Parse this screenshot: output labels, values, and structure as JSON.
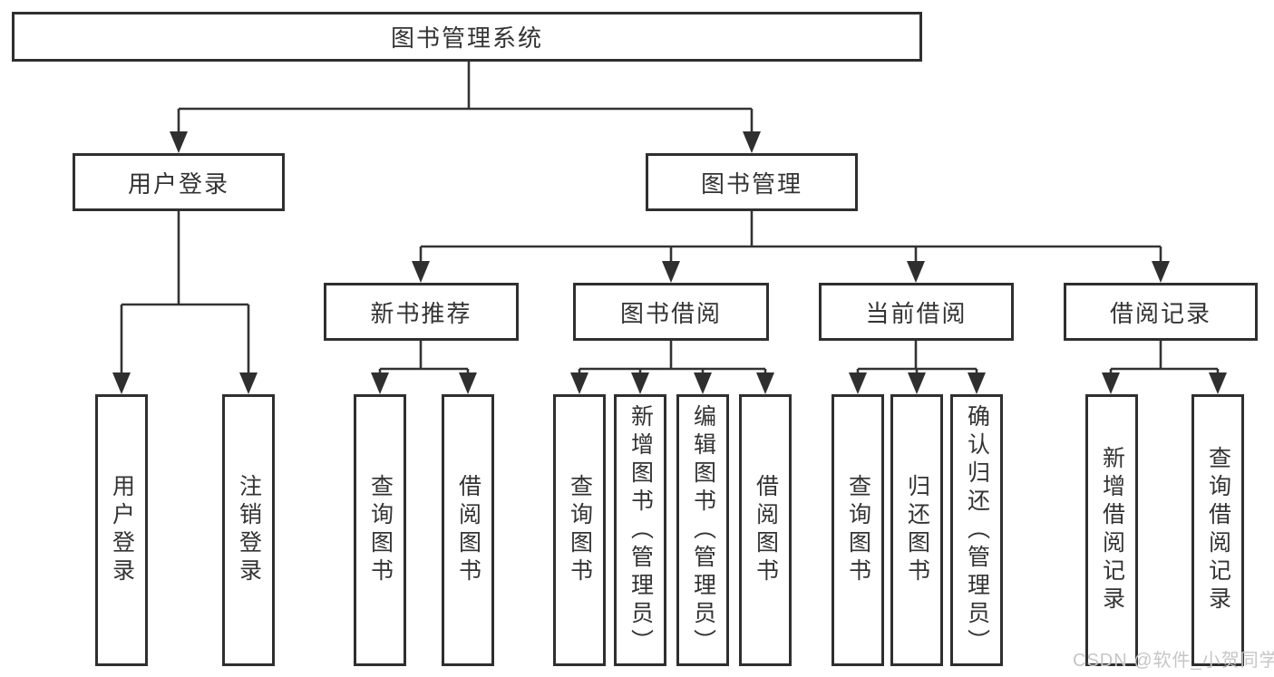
{
  "diagram": {
    "title_node": {
      "label": "图书管理系统"
    },
    "level2": [
      {
        "label": "用户登录"
      },
      {
        "label": "图书管理"
      }
    ],
    "level3": [
      {
        "label": "新书推荐"
      },
      {
        "label": "图书借阅"
      },
      {
        "label": "当前借阅"
      },
      {
        "label": "借阅记录"
      }
    ],
    "leaves": [
      {
        "label": "用户登录",
        "parent": "用户登录"
      },
      {
        "label": "注销登录",
        "parent": "用户登录"
      },
      {
        "label": "查询图书",
        "parent": "新书推荐"
      },
      {
        "label": "借阅图书",
        "parent": "新书推荐"
      },
      {
        "label": "查询图书",
        "parent": "图书借阅"
      },
      {
        "label": "新增图书（管理员）",
        "parent": "图书借阅"
      },
      {
        "label": "编辑图书（管理员）",
        "parent": "图书借阅"
      },
      {
        "label": "借阅图书",
        "parent": "图书借阅"
      },
      {
        "label": "查询图书",
        "parent": "当前借阅"
      },
      {
        "label": "归还图书",
        "parent": "当前借阅"
      },
      {
        "label": "确认归还（管理员）",
        "parent": "当前借阅"
      },
      {
        "label": "新增借阅记录",
        "parent": "借阅记录"
      },
      {
        "label": "查询借阅记录",
        "parent": "借阅记录"
      }
    ],
    "watermark": "CSDN @软件_小贺同学",
    "colors": {
      "line": "#333333",
      "border": "#2f2f2f",
      "text": "#333333",
      "watermark": "#c6c6c6",
      "background": "#ffffff"
    }
  }
}
